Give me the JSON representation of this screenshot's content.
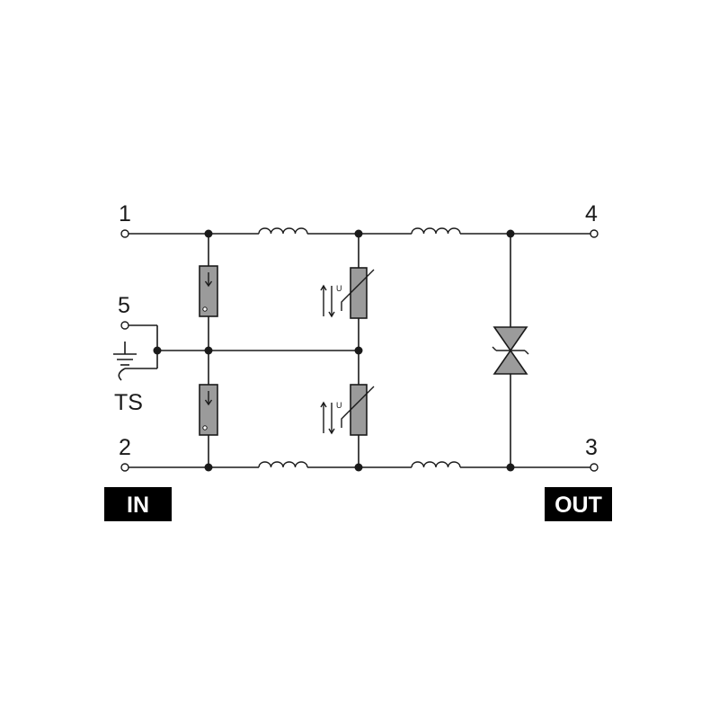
{
  "terminals": {
    "t1": "1",
    "t2": "2",
    "t3": "3",
    "t4": "4",
    "t5": "5"
  },
  "ts_label": "TS",
  "varistor_label": "U",
  "badges": {
    "input": "IN",
    "output": "OUT"
  },
  "colors": {
    "line": "#1a1a1a",
    "component_fill": "#9b9b9b",
    "badge_bg": "#000000",
    "badge_text": "#ffffff"
  }
}
